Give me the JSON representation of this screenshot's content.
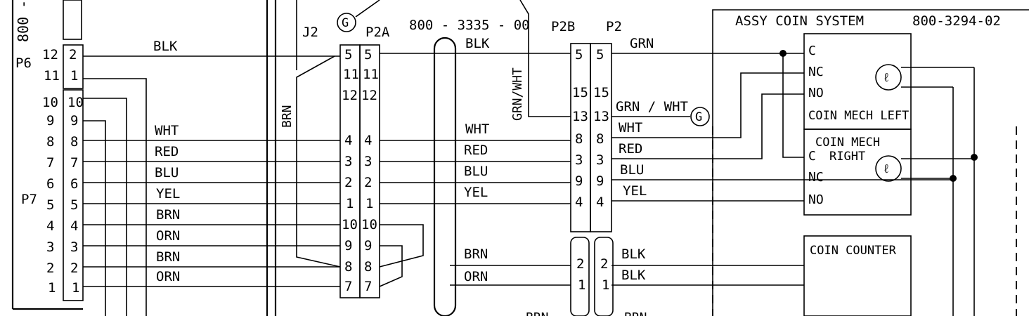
{
  "labels": {
    "top_left_code": "800 -",
    "p6": "P6",
    "p7": "P7",
    "j2": "J2",
    "p2a": "P2A",
    "p2b": "P2B",
    "p2": "P2",
    "cable_part": "800 - 3335 - 00",
    "assy": "ASSY  COIN  SYSTEM",
    "assy_part": "800-3294-02",
    "coin_mech_left": "COIN MECH LEFT",
    "coin_mech_right_1": "COIN MECH",
    "coin_mech_right_2": "RIGHT",
    "coin_counter": "COIN COUNTER",
    "brn_vertical": "BRN",
    "grn_wht_vertical": "GRN/WHT",
    "ground": "G",
    "c": "C",
    "nc": "NC",
    "no": "NO",
    "bottom_brn_a": "BRN",
    "bottom_brn_b": "BRN"
  },
  "left_pins": {
    "p6_outer": [
      "12",
      "11"
    ],
    "p6_inner": [
      "2",
      "1"
    ],
    "p7_outer": [
      "10",
      "9",
      "8",
      "7",
      "6",
      "5",
      "4",
      "3",
      "2",
      "1"
    ],
    "p7_inner": [
      "10",
      "9",
      "8",
      "7",
      "6",
      "5",
      "4",
      "3",
      "2",
      "1"
    ]
  },
  "wires_left": [
    "BLK",
    "WHT",
    "RED",
    "BLU",
    "YEL",
    "BRN",
    "ORN",
    "BRN",
    "ORN"
  ],
  "j2_pins": [
    "5",
    "11",
    "12",
    "4",
    "3",
    "2",
    "1",
    "10",
    "9",
    "8",
    "7"
  ],
  "wires_mid": [
    "BLK",
    "WHT",
    "RED",
    "BLU",
    "YEL",
    "BRN",
    "ORN"
  ],
  "p2_pins": [
    "5",
    "15",
    "13",
    "8",
    "3",
    "9",
    "4"
  ],
  "p2_lower_pins": [
    "2",
    "1"
  ],
  "wires_right": [
    "GRN",
    "GRN / WHT",
    "WHT",
    "RED",
    "BLU",
    "YEL",
    "BLK",
    "BLK"
  ]
}
